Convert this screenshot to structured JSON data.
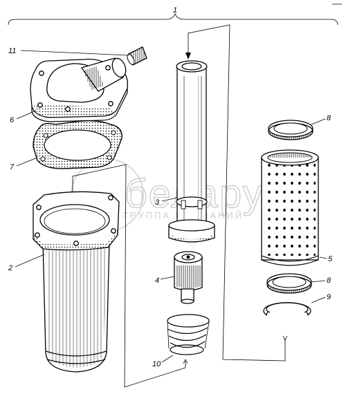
{
  "callouts": {
    "assembly": "1",
    "housing": "2",
    "center_tube": "3",
    "bypass_valve": "4",
    "filter_element": "5",
    "cover": "6",
    "cover_gasket": "7",
    "seal_top": "8",
    "seal_bottom": "8",
    "retaining_ring": "9",
    "spring": "10",
    "plug": "11"
  },
  "watermark": {
    "brand": "беларус",
    "tagline": "ГРУППА КОМПАНИЙ"
  }
}
